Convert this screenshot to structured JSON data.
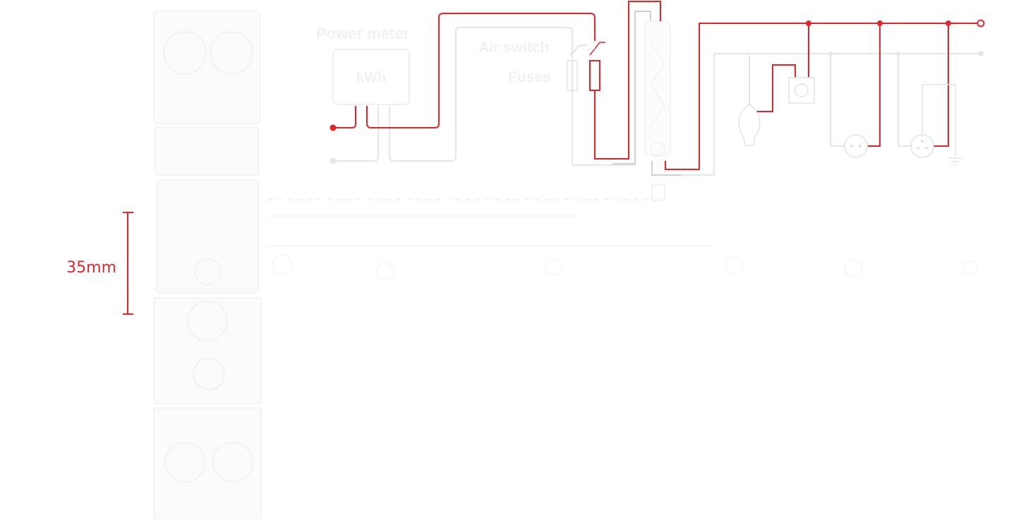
{
  "diagram": {
    "labels": {
      "power_meter": "Power meter",
      "kwh": "kWh",
      "air_switch": "Air switch",
      "fuses": "Fuses",
      "dimension": "35mm"
    },
    "colors": {
      "live_wire": "#e2252b",
      "neutral_wire": "#e6e6e6",
      "accent_text": "#e2252b",
      "ghost": "#f0f0f0"
    },
    "components": [
      "din-rail-module-stack",
      "power-meter",
      "air-switch",
      "fuses",
      "terminal-block",
      "light-bulb",
      "wall-switch",
      "socket-outlet",
      "earthed-socket-outlet",
      "ground"
    ]
  }
}
